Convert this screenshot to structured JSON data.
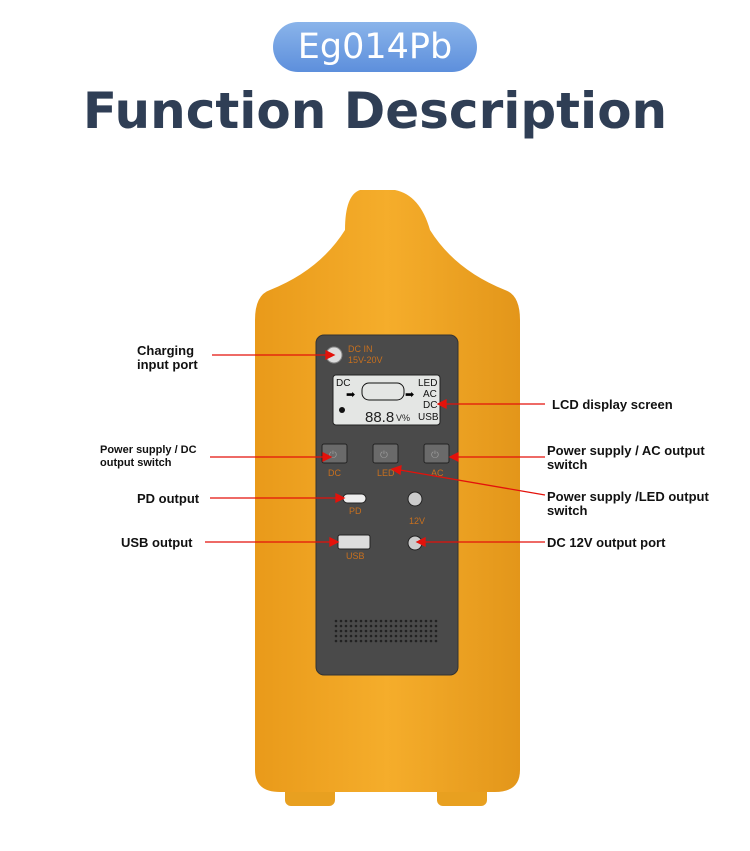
{
  "badge": "Eg014Pb",
  "title": "Function Description",
  "panel": {
    "dc_in": "DC  IN",
    "dc_in_range": "15V-20V",
    "lcd": {
      "left": "DC",
      "right": [
        "LED",
        "AC",
        "DC",
        "USB"
      ],
      "digits": "88.8",
      "unit": "V%"
    },
    "switch_labels": [
      "DC",
      "LED",
      "AC"
    ],
    "pd": "PD",
    "v12": "12V",
    "usb": "USB"
  },
  "callouts": {
    "charging": "Charging\ninput port",
    "dc_switch": "Power supply / DC\noutput switch",
    "pd": "PD output",
    "usb": "USB output",
    "lcd": "LCD display screen",
    "ac_switch": "Power supply / AC output\nswitch",
    "led_switch": "Power supply /LED output\nswitch",
    "dc12": "DC 12V output port"
  },
  "colors": {
    "body": "#f0a424",
    "panel": "#4a4a4a",
    "arrow": "#e3120b",
    "badge": "#6e9de2",
    "title": "#2f3e55"
  }
}
